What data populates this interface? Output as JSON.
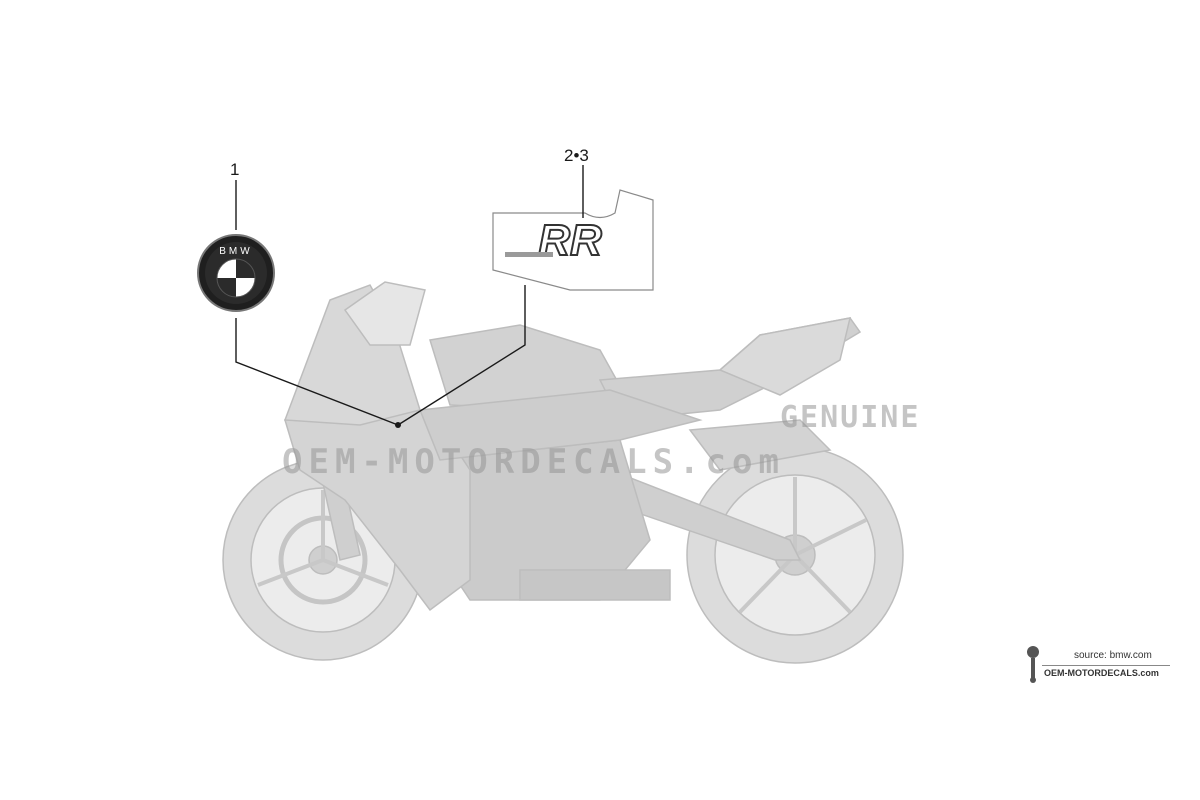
{
  "callouts": [
    {
      "id": "1",
      "label": "1"
    },
    {
      "id": "2-3",
      "label": "2•3"
    }
  ],
  "emblem": {
    "letters": "BMW"
  },
  "decal": {
    "letters": "RR"
  },
  "watermark": {
    "top": "GENUINE",
    "bottom": "OEM-MOTORDECALS.com"
  },
  "source": {
    "text": "source: bmw.com",
    "site": "OEM-MOTORDECALS.com"
  },
  "colors": {
    "line": "#1a1a1a",
    "bike": "#d6d6d6",
    "bike_stroke": "#b5b5b5",
    "emblem_blue": "#2b2b2b"
  }
}
